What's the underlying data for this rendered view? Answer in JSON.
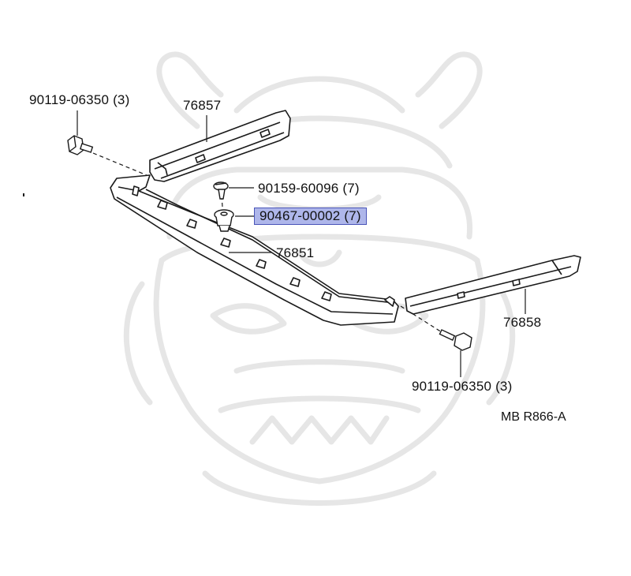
{
  "diagram": {
    "reference_code": "MB R866-A",
    "callouts": {
      "bolt_left": "90119-06350 (3)",
      "extension_left": "76857",
      "screw": "90159-60096 (7)",
      "clip": "90467-00002 (7)",
      "spoiler": "76851",
      "extension_right": "76858",
      "bolt_right": "90119-06350 (3)"
    },
    "highlighted_callout": "clip",
    "colors": {
      "line": "#1a1a1a",
      "highlight_fill": "#aeb6ea",
      "highlight_border": "#4a55b8",
      "watermark": "#e6e6e6"
    }
  }
}
